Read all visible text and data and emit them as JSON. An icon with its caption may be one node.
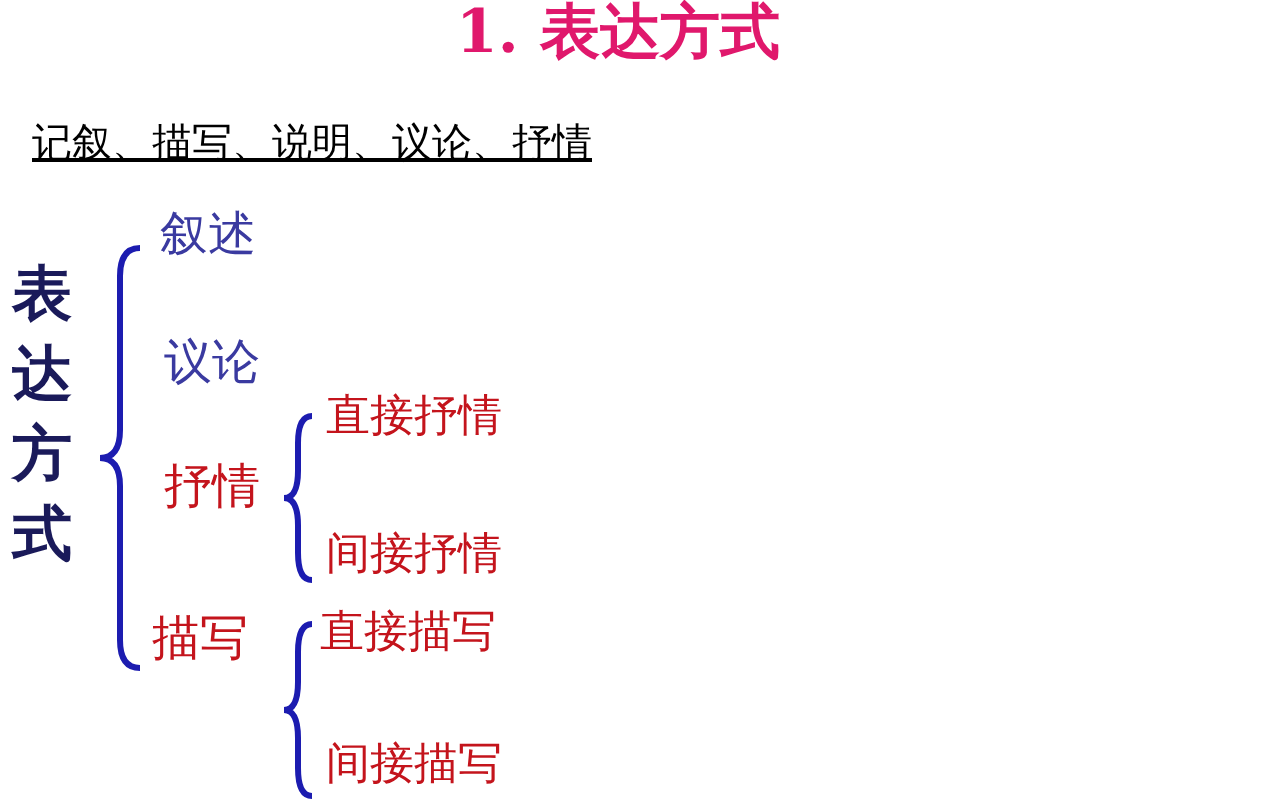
{
  "diagram": {
    "title": "1. 表达方式",
    "labels": [
      "记叙、描写、说明、议论、抒情",
      "表达方式",
      "叙述",
      "议论",
      "抒情",
      "直接抒情",
      "间接抒情",
      "描写",
      "直接描写",
      "间接描写"
    ]
  }
}
